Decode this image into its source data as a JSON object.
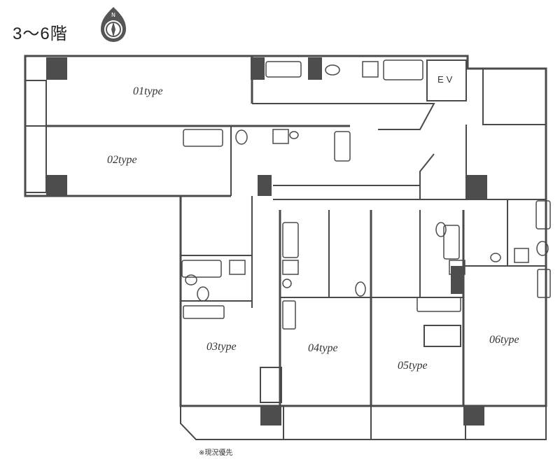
{
  "floor_title": "3〜6階",
  "compass": {
    "north_label": "N",
    "icon": "compass-icon"
  },
  "elevator_label": "EV",
  "units": [
    {
      "id": "unit-01",
      "label": "01type"
    },
    {
      "id": "unit-02",
      "label": "02type"
    },
    {
      "id": "unit-03",
      "label": "03type"
    },
    {
      "id": "unit-04",
      "label": "04type"
    },
    {
      "id": "unit-05",
      "label": "05type"
    },
    {
      "id": "unit-06",
      "label": "06type"
    }
  ],
  "footnote": "※現況優先",
  "colors": {
    "wall": "#4a4a4a",
    "column": "#4d4d4d",
    "background": "#ffffff"
  }
}
